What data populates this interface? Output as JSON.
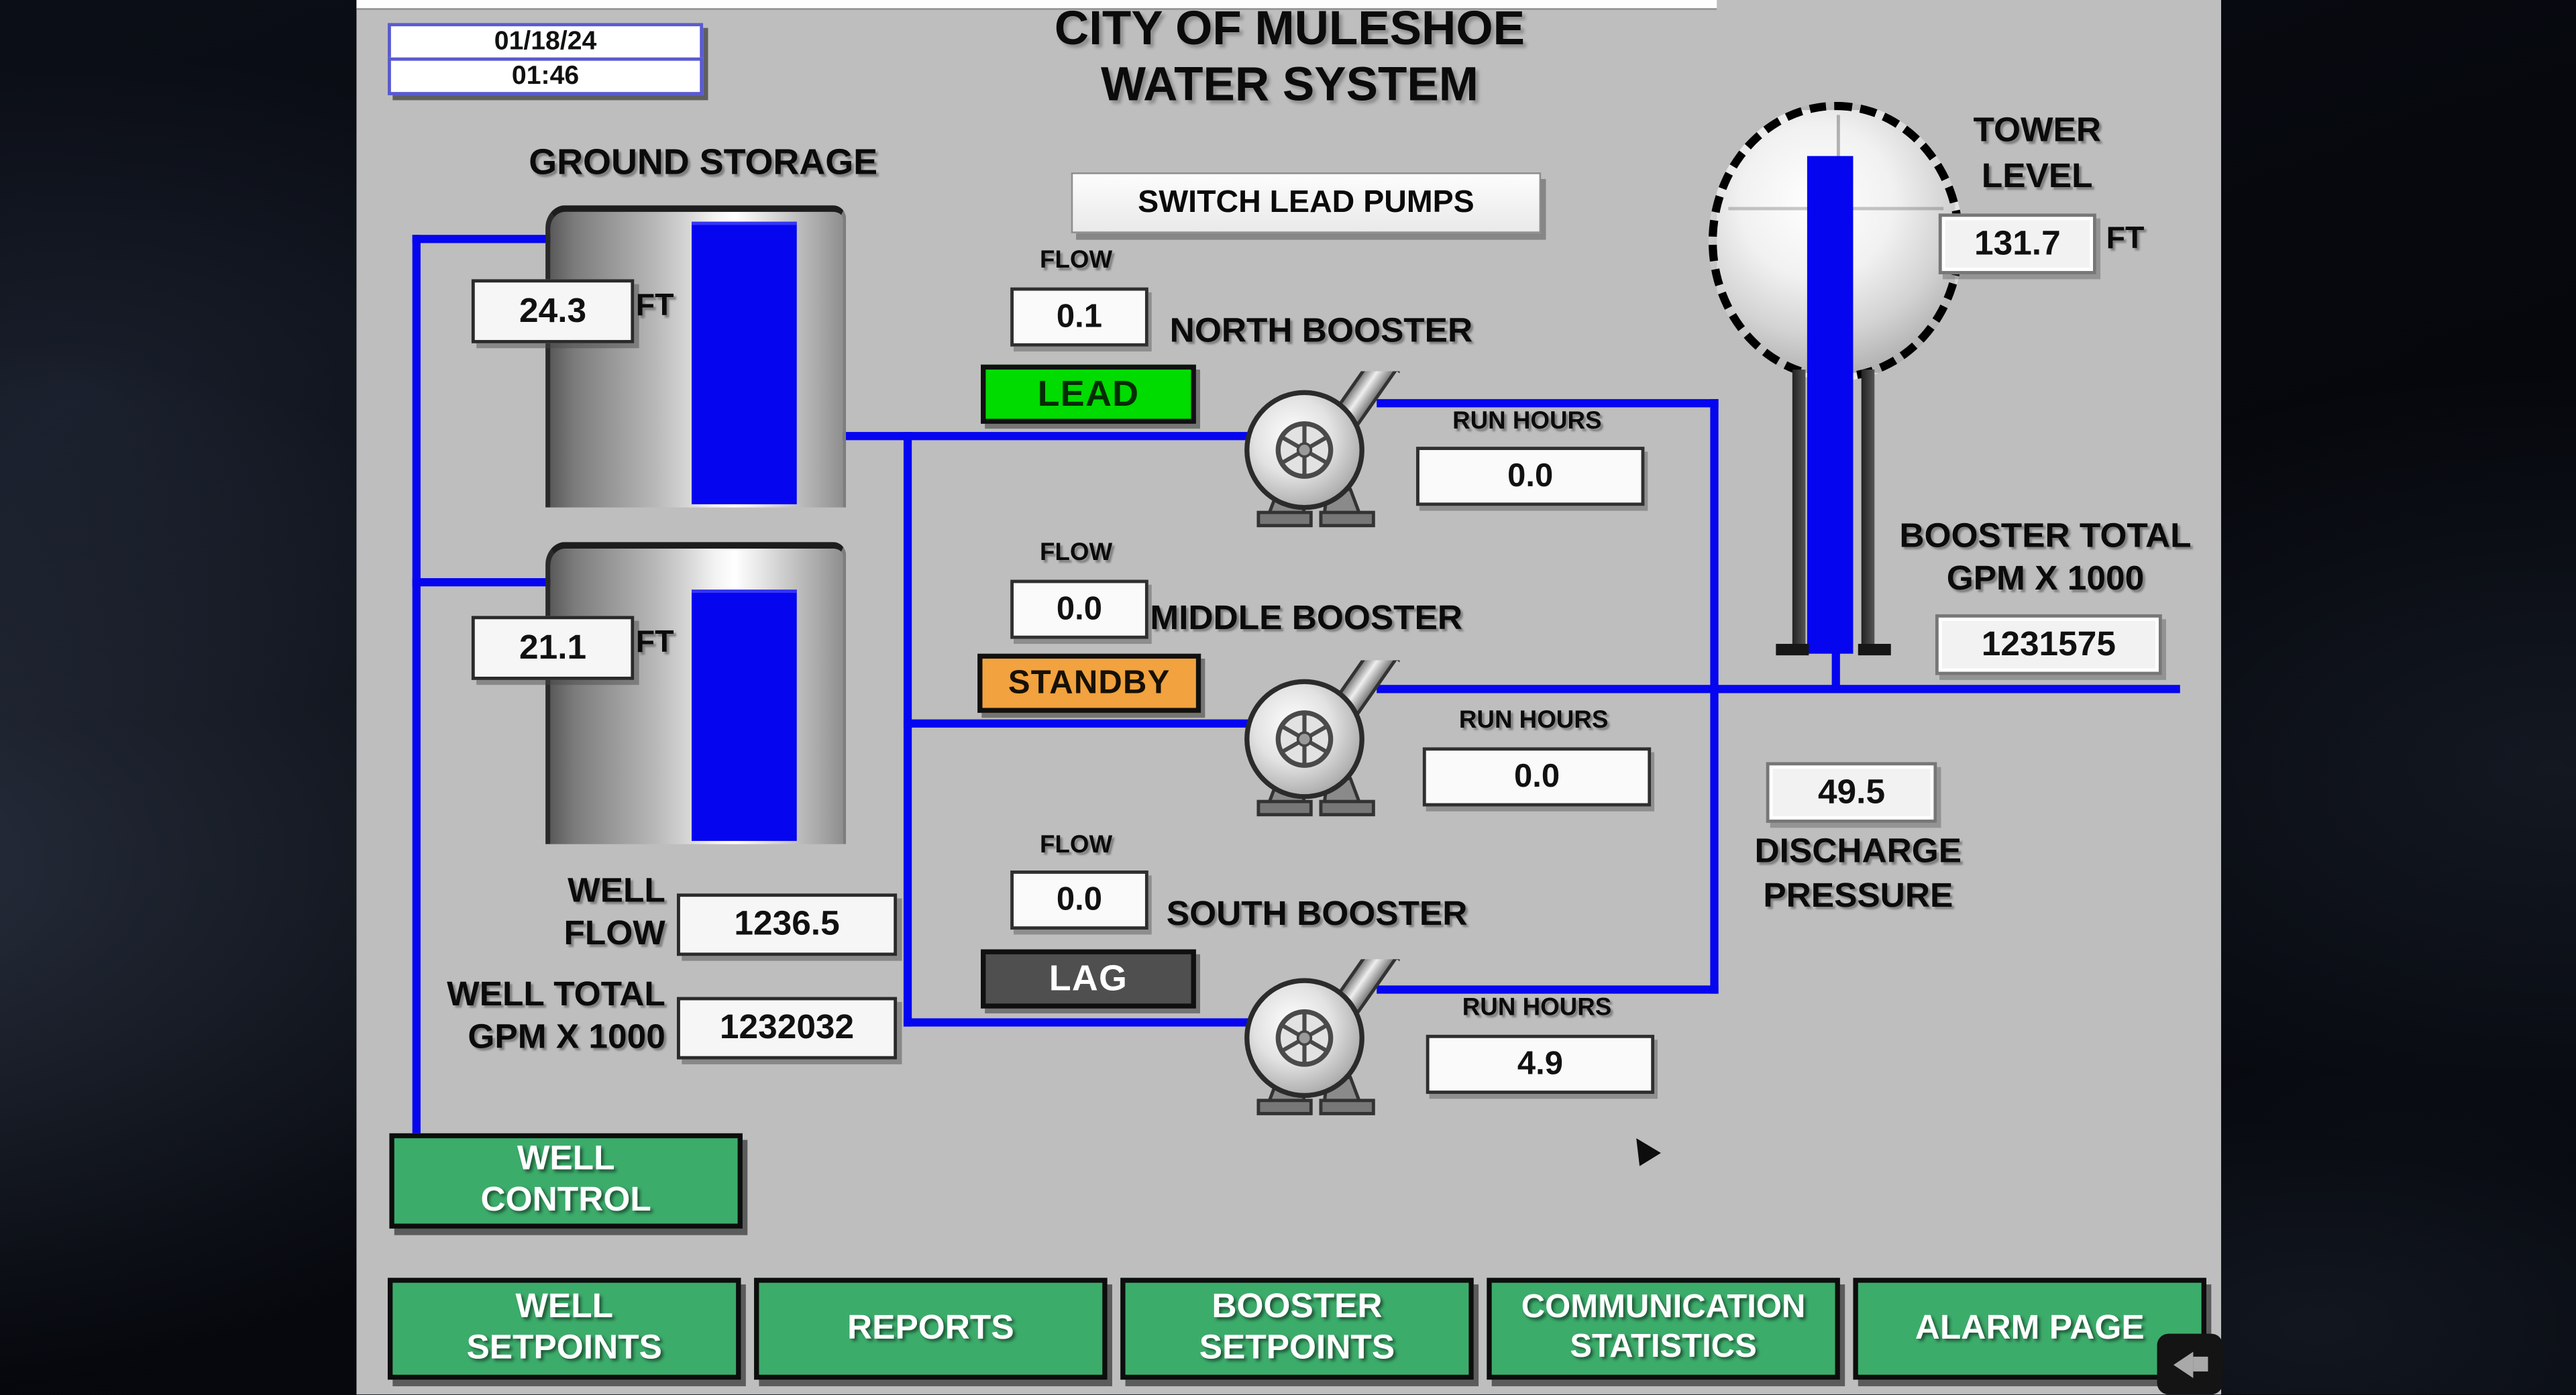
{
  "datetime": {
    "date": "01/18/24",
    "time": "01:46"
  },
  "title": {
    "line1": "CITY OF MULESHOE",
    "line2": "WATER SYSTEM"
  },
  "labels": {
    "flow": "FLOW",
    "run_hours": "RUN HOURS"
  },
  "ground_storage": {
    "title": "GROUND STORAGE",
    "tank1_level": "24.3",
    "tank2_level": "21.1",
    "unit": "FT"
  },
  "controls": {
    "switch_lead_pumps": "SWITCH LEAD PUMPS"
  },
  "boosters": {
    "north": {
      "name": "NORTH BOOSTER",
      "flow": "0.1",
      "status": "LEAD",
      "run_hours": "0.0"
    },
    "middle": {
      "name": "MIDDLE BOOSTER",
      "flow": "0.0",
      "status": "STANDBY",
      "run_hours": "0.0"
    },
    "south": {
      "name": "SOUTH BOOSTER",
      "flow": "0.0",
      "status": "LAG",
      "run_hours": "4.9"
    }
  },
  "tower": {
    "label1": "TOWER",
    "label2": "LEVEL",
    "level": "131.7",
    "unit": "FT"
  },
  "booster_total": {
    "label1": "BOOSTER TOTAL",
    "label2": "GPM X 1000",
    "value": "1231575"
  },
  "discharge": {
    "value": "49.5",
    "label1": "DISCHARGE",
    "label2": "PRESSURE"
  },
  "well": {
    "flow_label1": "WELL",
    "flow_label2": "FLOW",
    "flow_value": "1236.5",
    "total_label1": "WELL TOTAL",
    "total_label2": "GPM X 1000",
    "total_value": "1232032"
  },
  "nav": {
    "well_control": {
      "line1": "WELL",
      "line2": "CONTROL"
    },
    "well_setpoints": {
      "line1": "WELL",
      "line2": "SETPOINTS"
    },
    "reports": {
      "line1": "REPORTS"
    },
    "booster_setpoints": {
      "line1": "BOOSTER",
      "line2": "SETPOINTS"
    },
    "communication_statistics": {
      "line1": "COMMUNICATION",
      "line2": "STATISTICS"
    },
    "alarm_page": {
      "line1": "ALARM PAGE"
    }
  },
  "colors": {
    "panel_gray": "#bebebe",
    "pipe_blue": "#0505f0",
    "water_blue": "#0505f0",
    "lead_green": "#00db00",
    "standby_orange": "#f2a23e",
    "lag_gray": "#4f4f4f",
    "button_green": "#3cac6b",
    "datetime_border": "#5a5ad0"
  }
}
